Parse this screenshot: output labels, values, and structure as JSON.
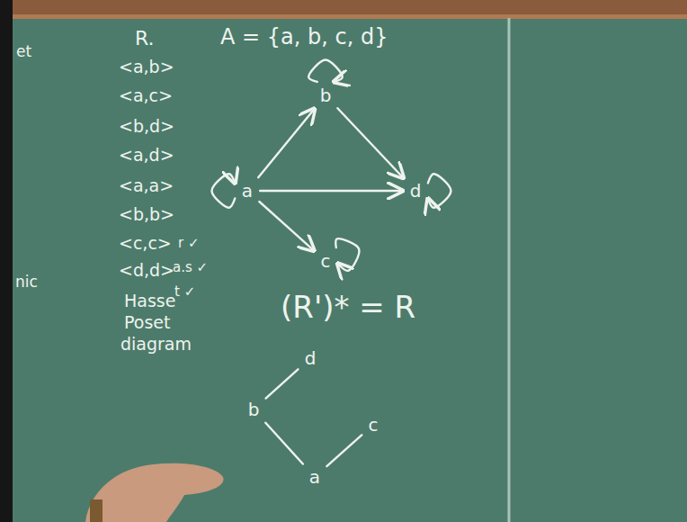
{
  "diagram": {
    "nodes": [
      {
        "text": [
          "b"
        ]
      },
      {
        "text": [
          "a"
        ]
      },
      {
        "text": [
          "d"
        ]
      },
      {
        "text": [
          "c"
        ]
      },
      {
        "text": [
          "d"
        ]
      },
      {
        "text": [
          "b"
        ]
      },
      {
        "text": [
          "c"
        ]
      },
      {
        "text": [
          "a"
        ]
      }
    ],
    "edges": [
      {
        "from": 1,
        "to": 0,
        "arrow": "to"
      },
      {
        "from": 0,
        "to": 2,
        "arrow": "to"
      },
      {
        "from": 1,
        "to": 2,
        "arrow": "to"
      },
      {
        "from": 1,
        "to": 3,
        "arrow": "to"
      },
      {
        "from": 1,
        "to": 1,
        "arrow": "to"
      },
      {
        "from": 0,
        "to": 0,
        "arrow": "to"
      },
      {
        "from": 3,
        "to": 3,
        "arrow": "to"
      },
      {
        "from": 2,
        "to": 2,
        "arrow": "to"
      },
      {
        "from": 5,
        "to": 4,
        "arrow": "none"
      },
      {
        "from": 5,
        "to": 7,
        "arrow": "none"
      },
      {
        "from": 7,
        "to": 6,
        "arrow": "none"
      }
    ],
    "labels": [
      "R.",
      "A = {a, b, c, d}",
      "<a,b>",
      "<a,c>",
      "<b,d>",
      "<a,d>",
      "<a,a>",
      "<b,b>",
      "<c,c>",
      "<d,d>",
      "r ✓",
      "a.s ✓",
      "t ✓",
      "(R')* = R",
      "Hasse",
      "Poset",
      "diagram",
      "et",
      "nic"
    ]
  }
}
